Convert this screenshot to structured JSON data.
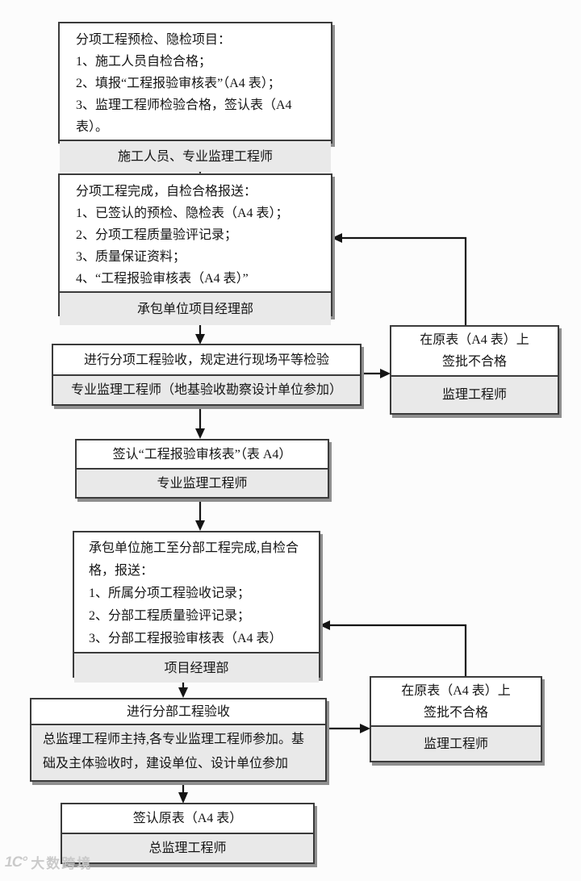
{
  "palette": {
    "background": "#fcfcfc",
    "box_border": "#3b3b3b",
    "footer_fill": "#e9e9e9",
    "box_shadow": "#8f8f8f",
    "line_color": "#141414"
  },
  "watermark": {
    "logo": "1C°",
    "text": "大数跨境"
  },
  "boxes": [
    {
      "id": "subitem-pre-inspection",
      "body": [
        "分项工程预检、隐检项目：",
        "1、施工人员自检合格；",
        "2、填报“工程报验审核表”（A4 表）；",
        "3、监理工程师检验合格，签认表（A4 表）。"
      ],
      "actor": "施工人员、专业监理工程师"
    },
    {
      "id": "subitem-complete-submit",
      "body": [
        "分项工程完成，自检合格报送：",
        "1、已签认的预检、隐检表（A4 表）；",
        "2、分项工程质量验评记录；",
        "3、质量保证资料；",
        "4、“工程报验审核表（A4 表）”"
      ],
      "actor": "承包单位项目经理部"
    },
    {
      "id": "subitem-acceptance",
      "body": [
        "进行分项工程验收，规定进行现场平等检验"
      ],
      "actor": "专业监理工程师（地基验收勘察设计单位参加）"
    },
    {
      "id": "reject-on-original-form-1",
      "body": [
        "在原表（A4 表）上",
        "签批不合格"
      ],
      "actor": "监理工程师"
    },
    {
      "id": "sign-review-form",
      "body": [
        "签认“工程报验审核表”（表 A4）"
      ],
      "actor": "专业监理工程师"
    },
    {
      "id": "subdivision-complete-submit",
      "body": [
        "承包单位施工至分部工程完成,自检合格，报送：",
        "1、所属分项工程验收记录；",
        "2、分部工程质量验评记录；",
        "3、分部工程报验审核表（A4 表）"
      ],
      "actor": "项目经理部"
    },
    {
      "id": "subdivision-acceptance",
      "body": [
        "进行分部工程验收"
      ],
      "actor": "总监理工程师主持,各专业监理工程师参加。基础及主体验收时，建设单位、设计单位参加"
    },
    {
      "id": "reject-on-original-form-2",
      "body": [
        "在原表（A4 表）上",
        "签批不合格"
      ],
      "actor": "监理工程师"
    },
    {
      "id": "sign-original-form",
      "body": [
        "签认原表（A4 表）"
      ],
      "actor": "总监理工程师"
    }
  ]
}
